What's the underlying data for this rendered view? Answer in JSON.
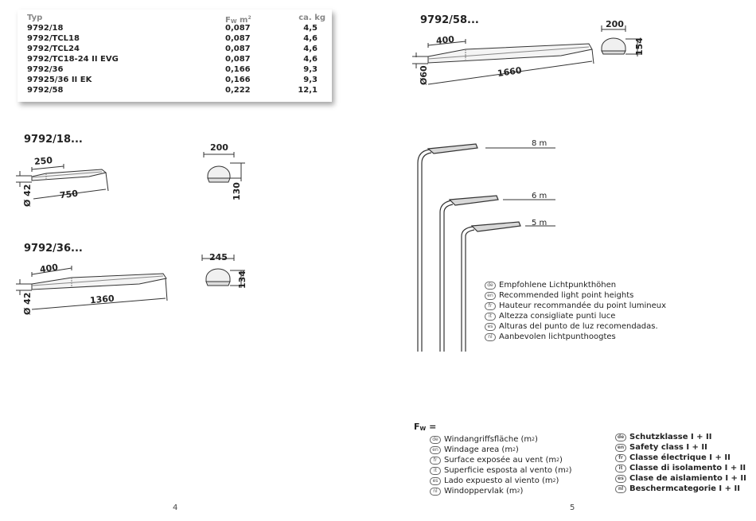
{
  "table": {
    "headers": {
      "typ": "Typ",
      "fw": "F",
      "fw_sub": "W",
      "fw_unit": " m",
      "fw_sup": "2",
      "kg": "ca. kg"
    },
    "rows": [
      {
        "typ": "9792/18",
        "fw": "0,087",
        "kg": "4,5"
      },
      {
        "typ": "9792/TCL18",
        "fw": "0,087",
        "kg": "4,6"
      },
      {
        "typ": "9792/TCL24",
        "fw": "0,087",
        "kg": "4,6"
      },
      {
        "typ": "9792/TC18-24 II EVG",
        "fw": "0,087",
        "kg": "4,6"
      },
      {
        "typ": "9792/36",
        "fw": "0,166",
        "kg": "9,3"
      },
      {
        "typ": "97925/36 II EK",
        "fw": "0,166",
        "kg": "9,3"
      },
      {
        "typ": "9792/58",
        "fw": "0,222",
        "kg": "12,1"
      }
    ]
  },
  "drawing_18": {
    "title": "9792/18...",
    "d250": "250",
    "d750": "750",
    "d42": "Ø 42",
    "d200": "200",
    "d130": "130"
  },
  "drawing_36": {
    "title": "9792/36...",
    "d400": "400",
    "d1360": "1360",
    "d42": "Ø 42",
    "d245": "245",
    "d134": "134"
  },
  "drawing_58": {
    "title": "9792/58...",
    "d400": "400",
    "d1660": "1660",
    "d60": "Ø60",
    "d200": "200",
    "d154": "154"
  },
  "heights": {
    "h8": "8 m",
    "h6": "6 m",
    "h5": "5 m"
  },
  "light_point": [
    {
      "code": "de",
      "text": "Empfohlene Lichtpunkthöhen"
    },
    {
      "code": "en",
      "text": "Recommended light point heights"
    },
    {
      "code": "fr",
      "text": "Hauteur recommandée du point lumineux"
    },
    {
      "code": "it",
      "text": "Altezza consigliate punti luce"
    },
    {
      "code": "es",
      "text": "Alturas del punto de luz recomendadas."
    },
    {
      "code": "nl",
      "text": "Aanbevolen lichtpunthoogtes"
    }
  ],
  "fw_title": {
    "main": "F",
    "sub": "W",
    "eq": " ="
  },
  "windage": [
    {
      "code": "de",
      "text": "Windangriffsfläche (m",
      "sup": "2",
      "end": ")"
    },
    {
      "code": "en",
      "text": "Windage area (m",
      "sup": "2",
      "end": ")"
    },
    {
      "code": "fr",
      "text": "Surface exposée au vent (m",
      "sup": "2",
      "end": ")"
    },
    {
      "code": "it",
      "text": "Superficie esposta al vento (m",
      "sup": "2",
      "end": ")"
    },
    {
      "code": "es",
      "text": "Lado expuesto al viento (m",
      "sup": "2",
      "end": ")"
    },
    {
      "code": "nl",
      "text": "Windoppervlak (m",
      "sup": "2",
      "end": ")"
    }
  ],
  "protection": [
    {
      "code": "de",
      "text": "Schutzklasse I + II"
    },
    {
      "code": "en",
      "text": "Safety class I + II"
    },
    {
      "code": "fr",
      "text": "Classe électrique I + II"
    },
    {
      "code": "it",
      "text": "Classe di isolamento I + II"
    },
    {
      "code": "es",
      "text": "Clase de aislamiento I + II"
    },
    {
      "code": "nl",
      "text": "Beschermcategorie I + II"
    }
  ],
  "pages": {
    "left": "4",
    "right": "5"
  },
  "colors": {
    "line": "#333333",
    "shadow": "#999999"
  }
}
